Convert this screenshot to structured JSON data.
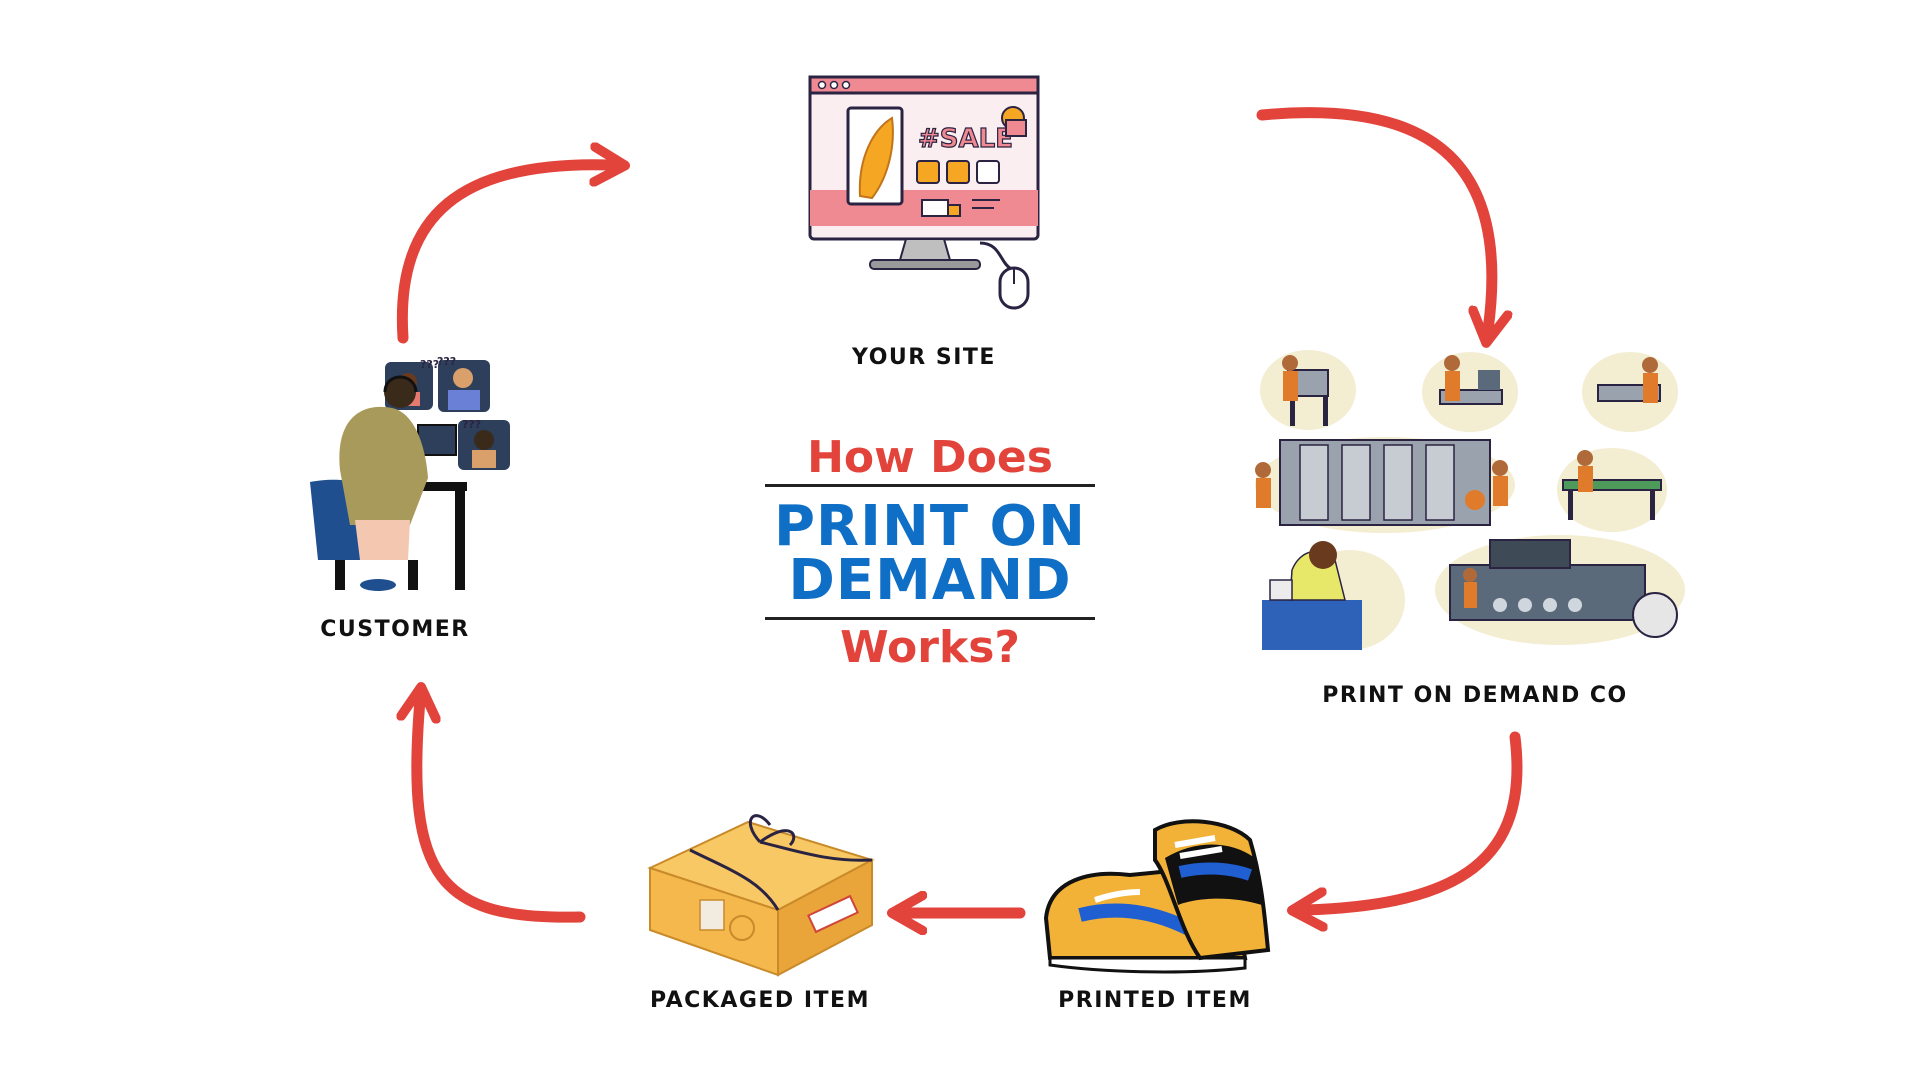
{
  "title": {
    "line1": "How Does",
    "line2": "PRINT ON",
    "line3": "DEMAND",
    "line4": "Works?"
  },
  "nodes": {
    "your_site": "YOUR SITE",
    "sale_badge": "#SALE",
    "print_on_demand_co": "PRINT ON DEMAND CO",
    "printed_item": "PRINTED ITEM",
    "packaged_item": "PACKAGED ITEM",
    "customer": "CUSTOMER",
    "customer_bubbles": [
      "???",
      "???",
      "???"
    ]
  },
  "colors": {
    "arrow": "#e2433b",
    "title_accent": "#e2433b",
    "title_main": "#0f6fc6",
    "site_pink": "#f08a92",
    "box_orange": "#f5b84d"
  }
}
